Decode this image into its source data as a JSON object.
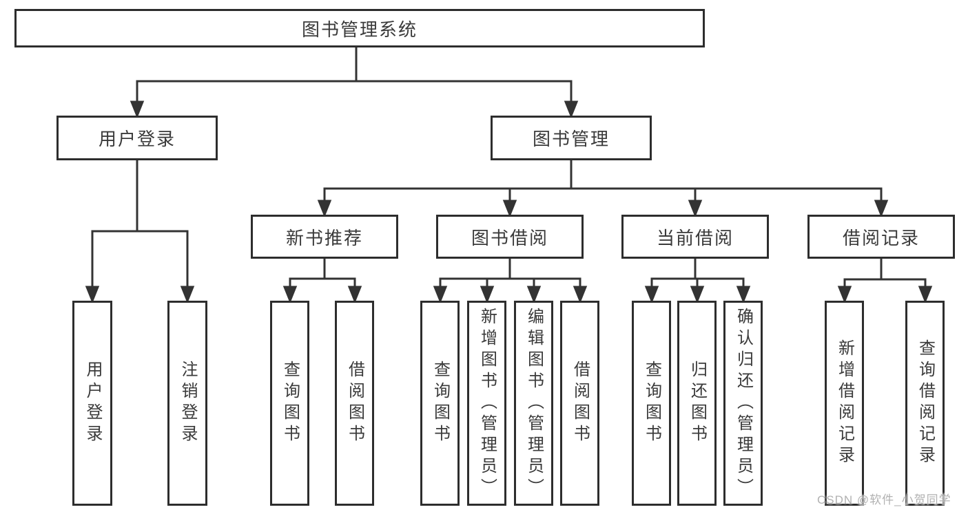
{
  "diagram": {
    "background": "#ffffff",
    "line_color": "#333333",
    "border_color": "#2d2d2d",
    "text_color": "#3a3a3a",
    "watermark": {
      "text": "CSDN @软件_小贺同学",
      "color": "#b1b1b1"
    },
    "nodes": {
      "system": "图书管理系统",
      "login_group": "用户登录",
      "book_management": "图书管理",
      "new_book_recommend": "新书推荐",
      "book_borrowing": "图书借阅",
      "current_borrowing": "当前借阅",
      "borrow_records": "借阅记录",
      "leaves": {
        "user_login": "用户登录",
        "logout": "注销登录",
        "query_book_1": "查询图书",
        "borrow_book_1": "借阅图书",
        "query_book_2": "查询图书",
        "add_book_admin": "新增图书（管理员）",
        "edit_book_admin": "编辑图书（管理员）",
        "borrow_book_2": "借阅图书",
        "query_book_3": "查询图书",
        "return_book": "归还图书",
        "confirm_return_admin": "确认归还（管理员）",
        "add_borrow_record": "新增借阅记录",
        "query_borrow_record": "查询借阅记录"
      }
    },
    "structure": {
      "图书管理系统": {
        "用户登录": [
          "用户登录",
          "注销登录"
        ],
        "图书管理": {
          "新书推荐": [
            "查询图书",
            "借阅图书"
          ],
          "图书借阅": [
            "查询图书",
            "新增图书（管理员）",
            "编辑图书（管理员）",
            "借阅图书"
          ],
          "当前借阅": [
            "查询图书",
            "归还图书",
            "确认归还（管理员）"
          ],
          "借阅记录": [
            "新增借阅记录",
            "查询借阅记录"
          ]
        }
      }
    }
  }
}
